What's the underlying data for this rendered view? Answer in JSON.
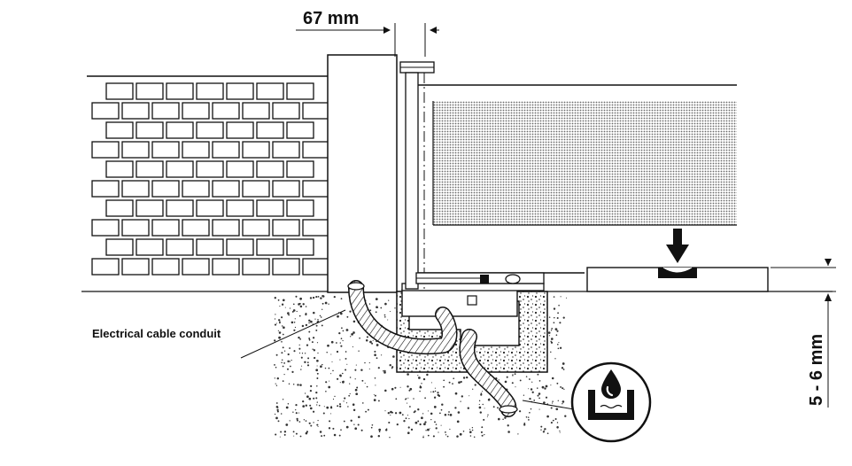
{
  "labels": {
    "pivot_offset": "67 mm",
    "stop_height": "5 - 6 mm",
    "cable_conduit": "Electrical cable conduit"
  },
  "icons": {
    "drainage": "drainage-water-icon",
    "push_direction": "down-arrow-icon"
  },
  "colors": {
    "line": "#111111",
    "gravel": "#333333",
    "gate_fill": "#dcdcdc"
  }
}
